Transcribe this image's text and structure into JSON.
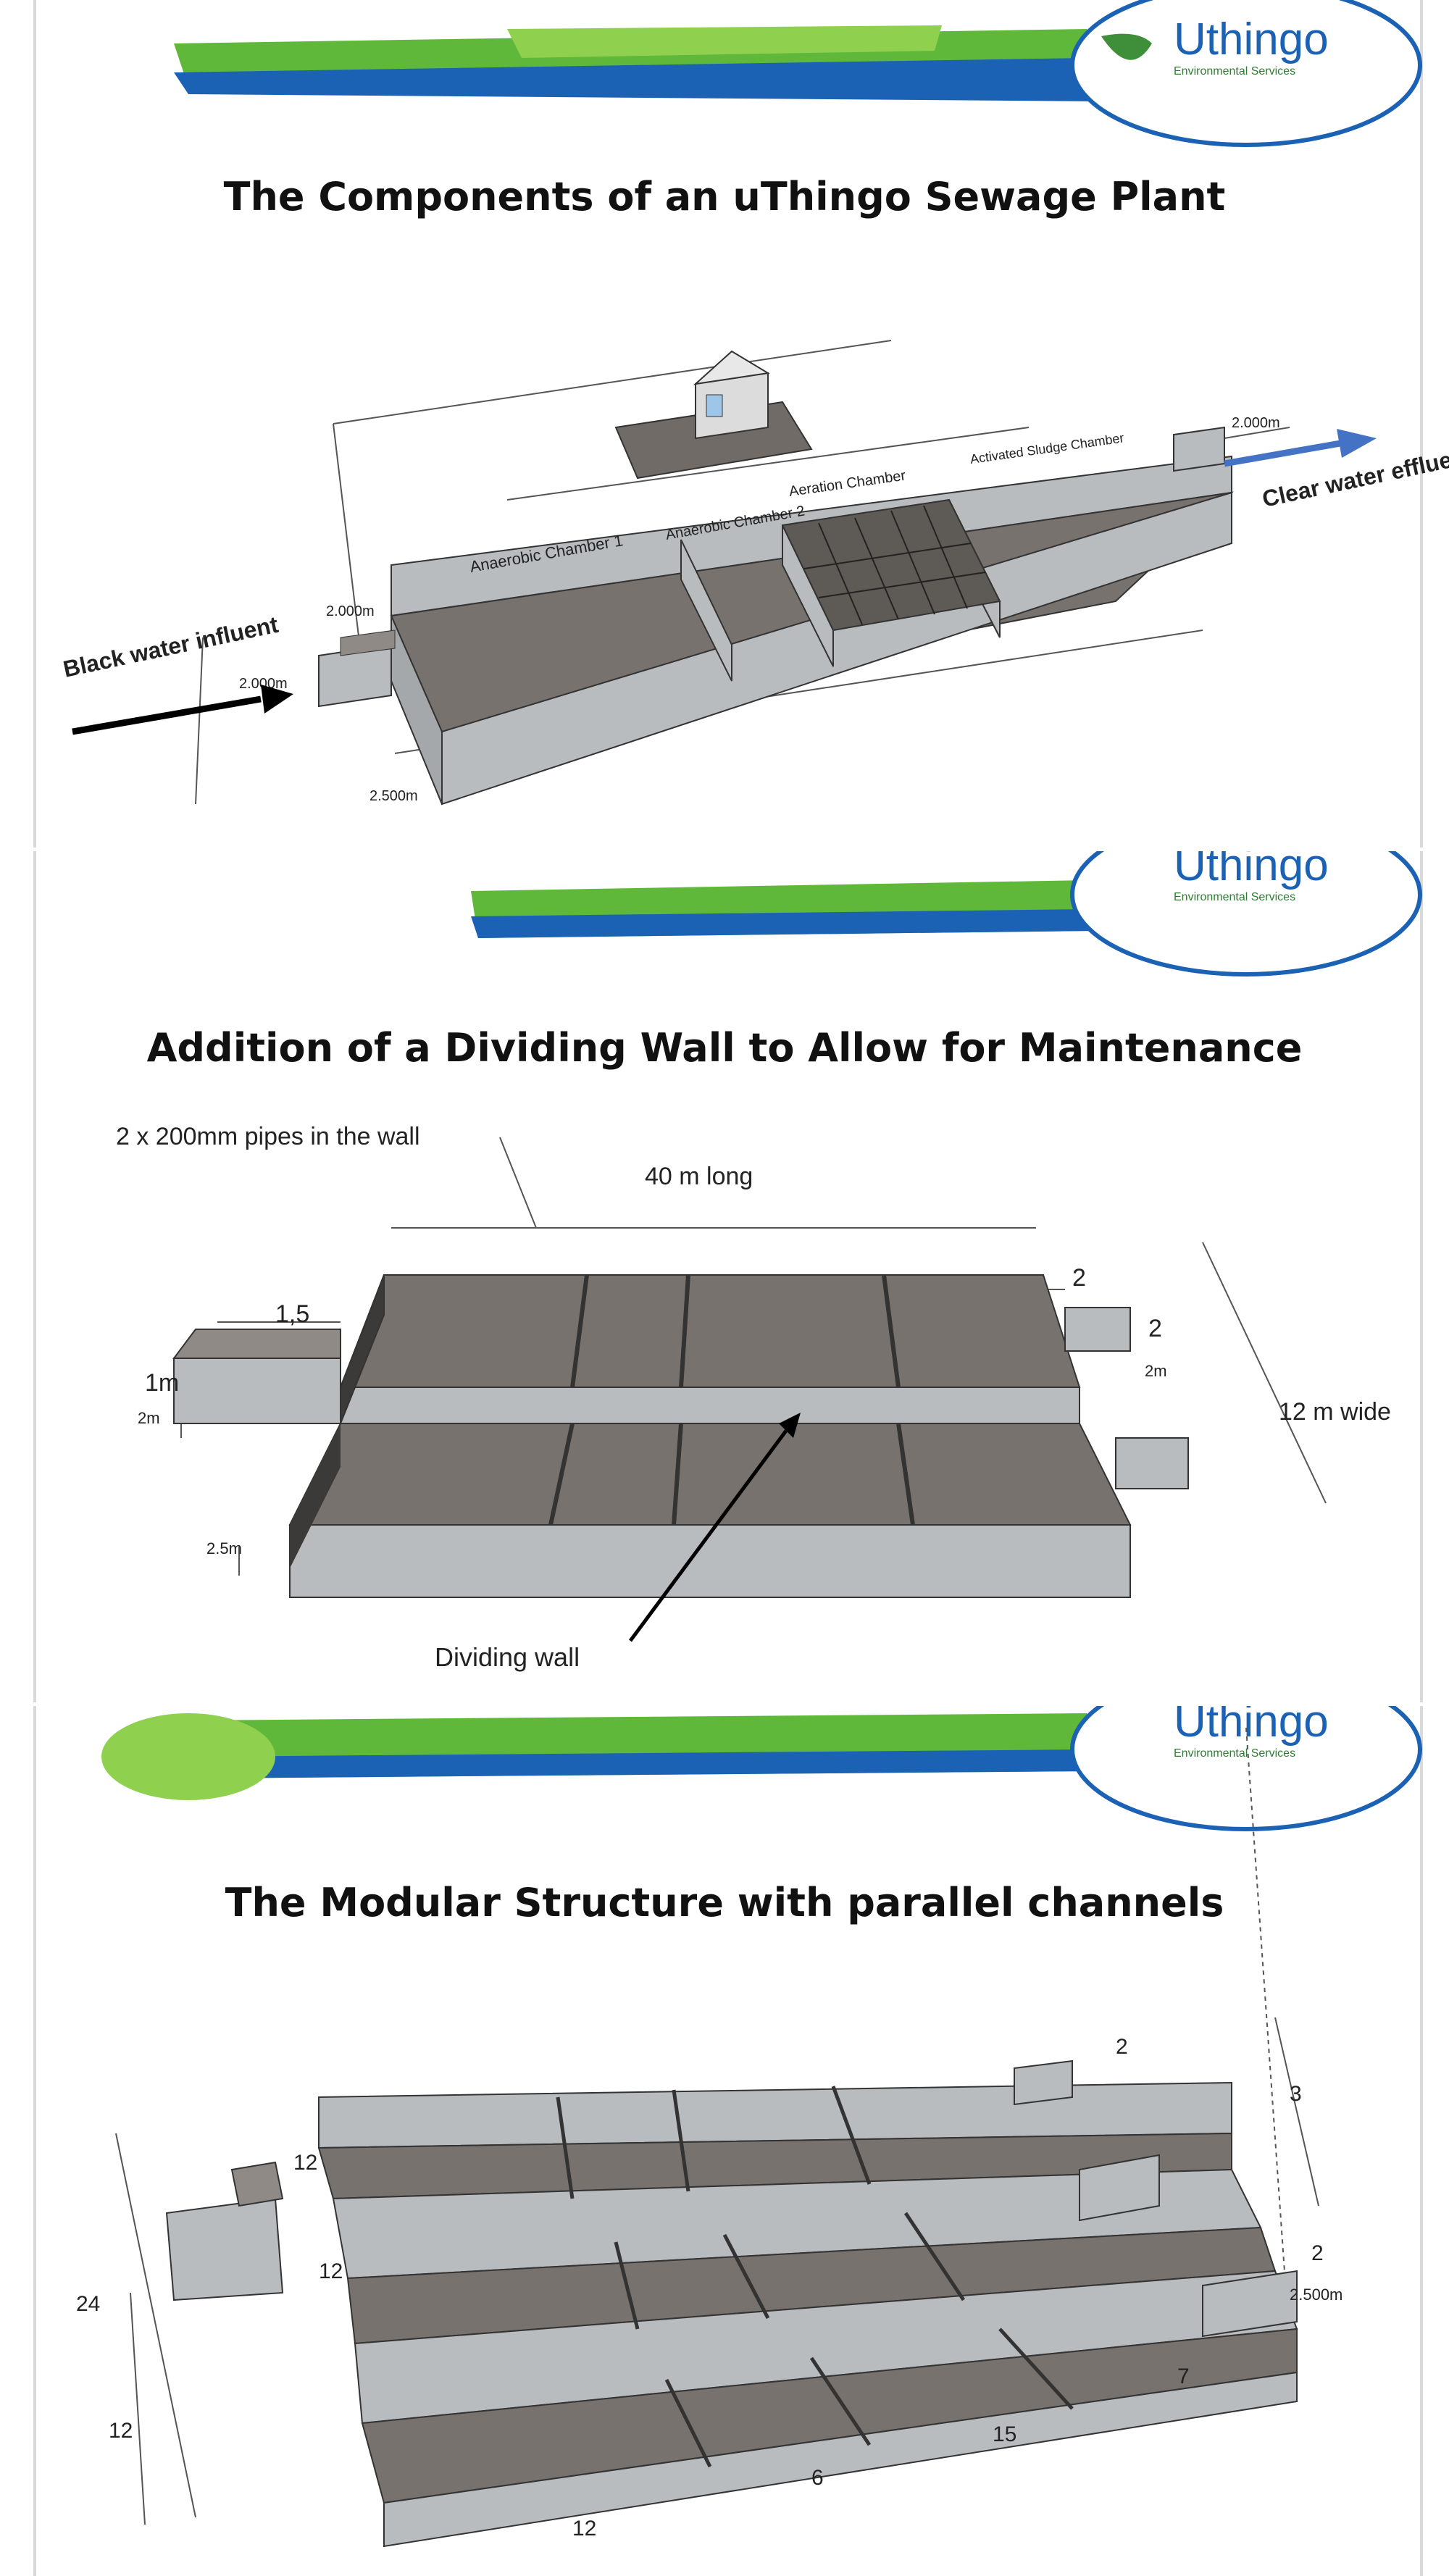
{
  "brand": {
    "name": "Uthingo",
    "tagline": "Environmental Services"
  },
  "panel1": {
    "title": "The Components of an uThingo Sewage Plant",
    "chambers": {
      "anaerobic1": "Anaerobic Chamber 1",
      "anaerobic2": "Anaerobic Chamber 2",
      "aeration": "Aeration Chamber",
      "sludge": "Activated Sludge Chamber"
    },
    "influent": "Black water influent",
    "effluent": "Clear water effluent",
    "dims": {
      "d2000a": "2.000m",
      "d2000b": "2.000m",
      "d2000c": "2.000m",
      "d2500": "2.500m"
    }
  },
  "panel2": {
    "title": "Addition of a Dividing Wall to Allow for Maintenance",
    "pipes": "2 x 200mm pipes in the wall",
    "length": "40 m long",
    "width": "12 m wide",
    "divider": "Dividing wall",
    "dims": {
      "d15": "1,5",
      "d1m": "1m",
      "d2m_left": "2m",
      "d25m": "2.5m",
      "d2a": "2",
      "d2b": "2",
      "d2m_right": "2m"
    }
  },
  "panel3": {
    "title": "The Modular Structure with parallel channels",
    "dims": {
      "top2": "2",
      "top3": "3",
      "right2": "2",
      "right2500": "2.500m",
      "left24": "24",
      "left12a": "12",
      "left12b": "12",
      "left12c": "12",
      "bottom12": "12",
      "bottom6": "6",
      "bottom15": "15",
      "bottom7": "7"
    }
  },
  "colors": {
    "wall": "#b9bcbe",
    "floor": "#77726d",
    "banner_green": "#4aa63a",
    "banner_blue": "#1b61b4",
    "effluent_arrow": "#4472c4"
  }
}
